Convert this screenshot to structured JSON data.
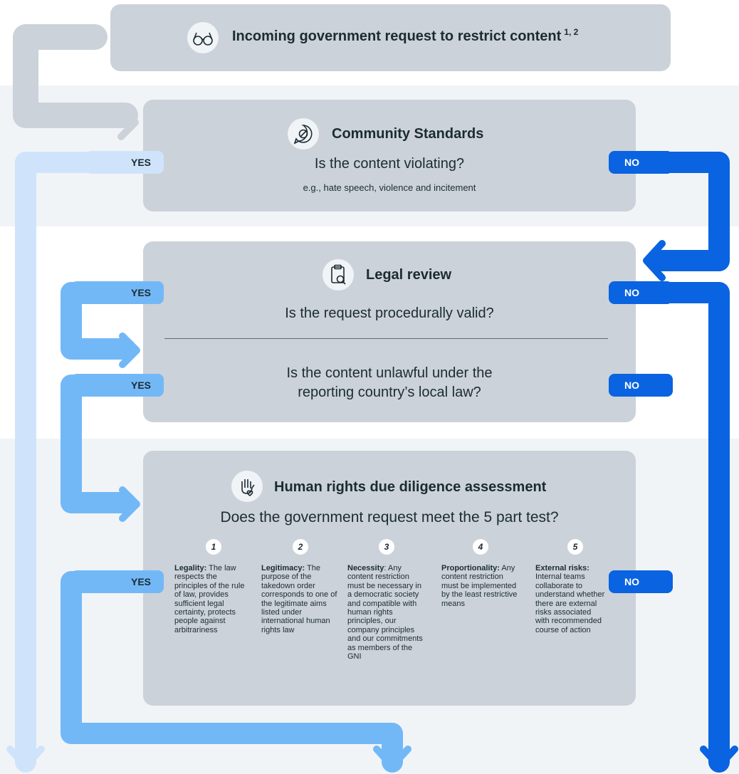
{
  "header": {
    "title": "Incoming government request to restrict content",
    "footnote": "1, 2",
    "icon": "glasses-icon"
  },
  "community_standards": {
    "icon": "prohibited-chat-icon",
    "title": "Community Standards",
    "question": "Is the content violating?",
    "examples": "e.g., hate speech, violence and incitement",
    "yes": "YES",
    "no": "NO"
  },
  "legal_review": {
    "icon": "clipboard-search-icon",
    "title": "Legal review",
    "question1": "Is the request procedurally valid?",
    "question2_line1": "Is the content unlawful under the",
    "question2_line2": "reporting country’s local law?",
    "yes1": "YES",
    "no1": "NO",
    "yes2": "YES",
    "no2": "NO"
  },
  "human_rights": {
    "icon": "hand-heart-icon",
    "title": "Human rights due diligence assessment",
    "question": "Does the government request meet the 5 part test?",
    "yes": "YES",
    "no": "NO",
    "criteria": [
      {
        "num": "1",
        "term": "Legality:",
        "text": "The law respects the principles of the rule of law, provides sufficient legal certainty, protects people against arbitrariness"
      },
      {
        "num": "2",
        "term": "Legitimacy:",
        "text": "The purpose of the takedown order corresponds to one of the legitimate aims listed under international human rights law"
      },
      {
        "num": "3",
        "term": "Necessity",
        "text": ": Any content restriction must be necessary in a democratic society and compatible with human rights principles, our company principles and our commitments as members of the GNI"
      },
      {
        "num": "4",
        "term": "Proportionality:",
        "text": "Any content restriction must be implemented by the least restrictive means"
      },
      {
        "num": "5",
        "term": "External risks:",
        "text": "Internal teams collaborate to understand whether there are external risks associated with recommended course of action"
      }
    ]
  },
  "colors": {
    "box": "#cbd2d9",
    "band": "#f1f4f7",
    "arrow_gray": "#cbd2d9",
    "arrow_light_blue": "#cfe4fb",
    "arrow_mid_blue": "#72b8f7",
    "arrow_dark_blue": "#0a63e0"
  }
}
